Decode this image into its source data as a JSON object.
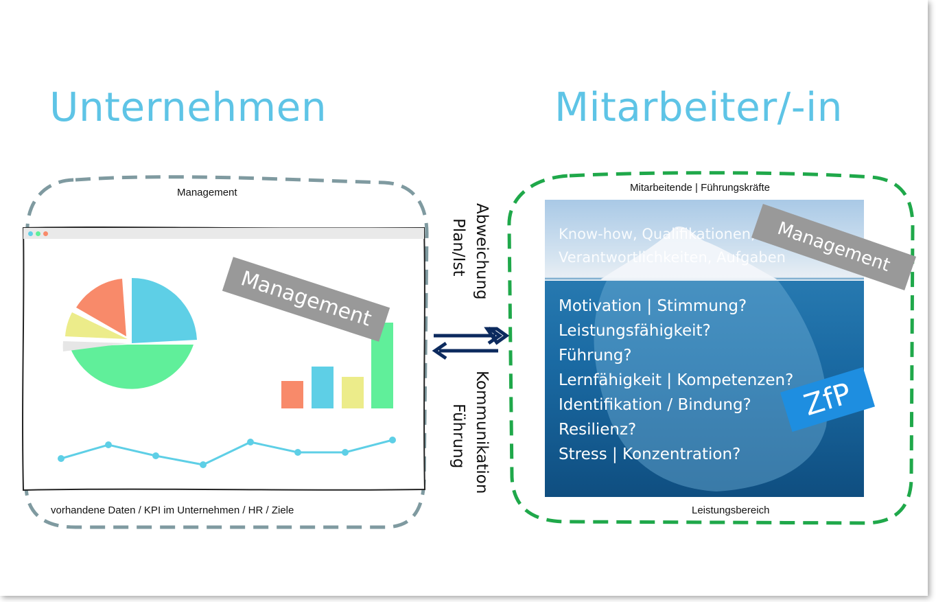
{
  "headings": {
    "left": "Unternehmen",
    "right": "Mitarbeiter/-in"
  },
  "left_panel": {
    "caption_top": "Management",
    "caption_bottom": "vorhandene Daten / KPI im Unternehmen /  HR / Ziele",
    "stamp": "Management"
  },
  "right_panel": {
    "caption_top": "Mitarbeitende | Führungskräfte",
    "caption_bottom": "Leistungsbereich",
    "stamp": "Management",
    "badge": "ZfP",
    "above_water": [
      "Know-how, Qualifikationen,",
      "Verantwortlichkeiten, Aufgaben"
    ],
    "below_water": [
      "Motivation | Stimmung?",
      "Leistungsfähigkeit?",
      "Führung?",
      "Lernfähigkeit | Kompetenzen?",
      "Identifikation / Bindung?",
      "Resilienz?",
      "Stress | Konzentration?"
    ]
  },
  "middle": {
    "top_text": [
      "Abweichung",
      "Plan/Ist"
    ],
    "bottom_text": [
      "Kommunikation",
      "Führung"
    ]
  },
  "colors": {
    "heading": "#5ec4e6",
    "left_frame": "#7f9aa0",
    "right_frame": "#1fa84a",
    "arrow": "#0c2a5e",
    "pie_coral": "#f88a6a",
    "pie_blue": "#5ecfe6",
    "pie_yellow": "#ecec8a",
    "pie_green": "#60ef9a",
    "pie_grey": "#e6e6e6"
  }
}
